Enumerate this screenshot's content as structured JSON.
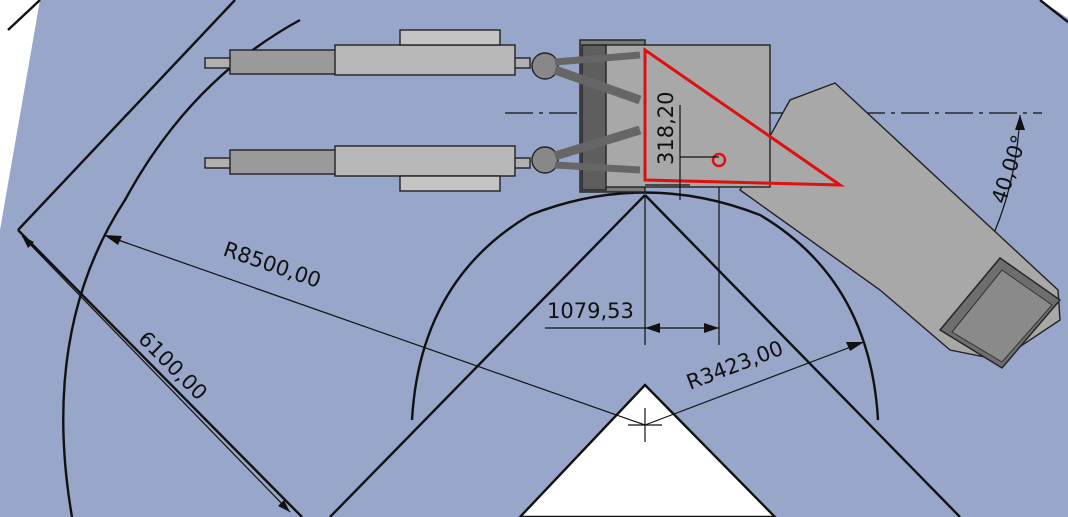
{
  "colors": {
    "background": "#97a6c9",
    "paper": "#ffffff",
    "part_fill": "#a8a8a8",
    "part_dark": "#6e6e6e",
    "part_light": "#c9c9c9",
    "line": "#111111",
    "highlight": "#e01010"
  },
  "dimensions": {
    "outer_radius": "R8500,00",
    "inner_radius": "R3423,00",
    "wall_distance": "6100,00",
    "offset_horizontal": "1079,53",
    "offset_vertical": "318,20",
    "rotation_angle": "40,00°"
  }
}
